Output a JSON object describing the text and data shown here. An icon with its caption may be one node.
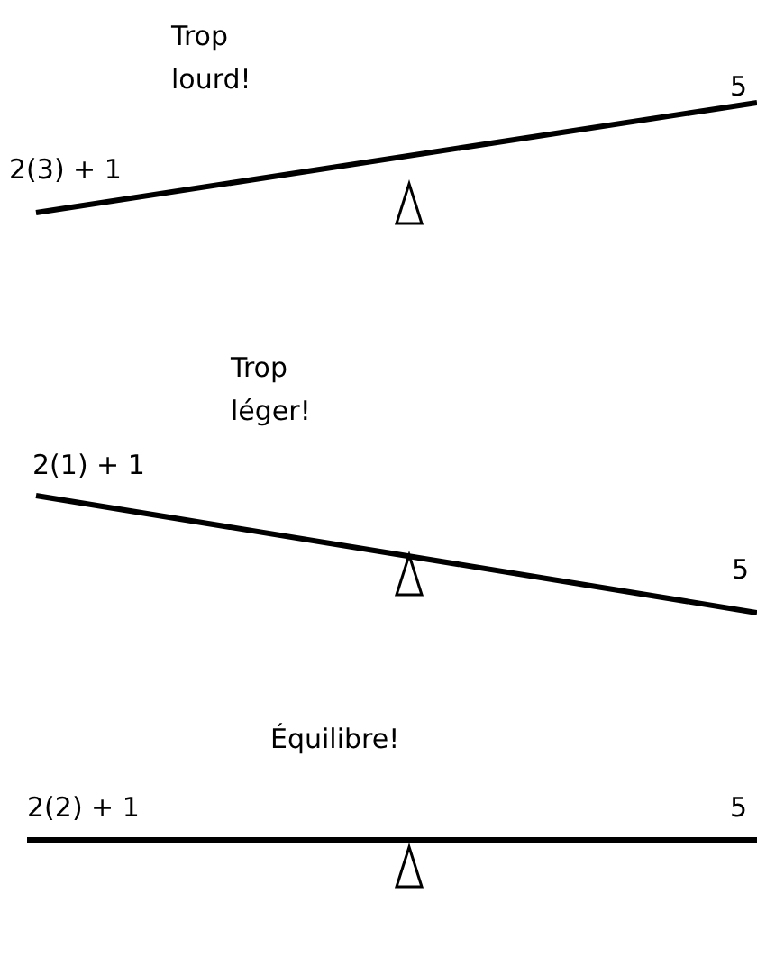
{
  "diagram": {
    "labels": [
      "Trop lourd!",
      "2(3) + 1",
      "5",
      "Trop léger!",
      "2(1) + 1",
      "5",
      "Équilibre!",
      "2(2) + 1",
      "5"
    ]
  }
}
